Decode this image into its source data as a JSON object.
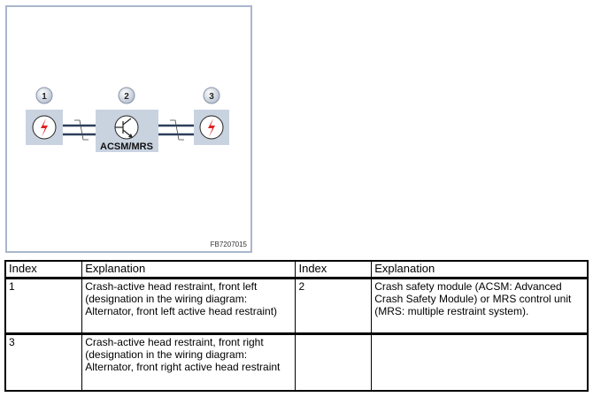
{
  "figure": {
    "code": "FB7207015",
    "components": [
      {
        "index": "1",
        "icon": "lightning-icon"
      },
      {
        "index": "2",
        "icon": "transistor-icon",
        "label": "ACSM/MRS"
      },
      {
        "index": "3",
        "icon": "lightning-icon"
      }
    ]
  },
  "table": {
    "headers": [
      "Index",
      "Explanation",
      "Index",
      "Explanation"
    ],
    "rows": [
      [
        "1",
        "Crash-active head restraint, front left (designation in the wiring diagram: Alternator, front left active head restraint)",
        "2",
        "Crash safety module (ACSM: Advanced Crash Safety Module) or MRS control unit (MRS: multiple restraint system)."
      ],
      [
        "3",
        "Crash-active head restraint, front right (designation in the wiring diagram: Alternator, front right active head restraint",
        "",
        ""
      ]
    ]
  }
}
